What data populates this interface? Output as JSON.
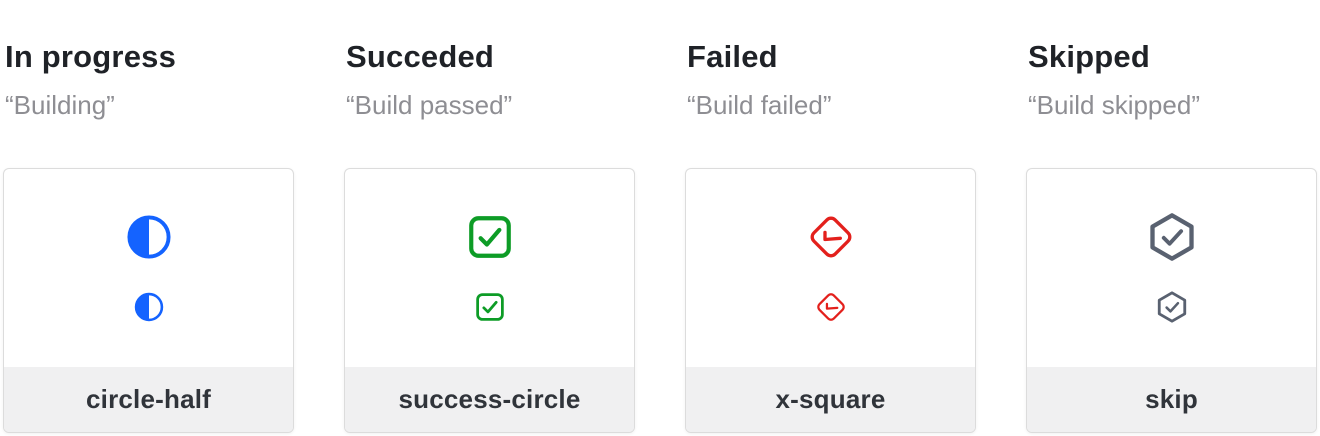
{
  "page": {
    "background": "#ffffff",
    "card_border": "#dcdcdc",
    "footer_background": "#f0f0f1",
    "title_color": "#1f2227",
    "subtitle_color": "#8e8e93",
    "label_color": "#30343a"
  },
  "columns": [
    {
      "title": "In progress",
      "subtitle": "“Building”",
      "icon": "circle-half-icon",
      "color": "#1463ff",
      "label": "circle-half"
    },
    {
      "title": "Succeded",
      "subtitle": "“Build passed”",
      "icon": "check-square-icon",
      "color": "#0d9c26",
      "label": "success-circle"
    },
    {
      "title": "Failed",
      "subtitle": "“Build failed”",
      "icon": "rotated-check-square-icon",
      "color": "#e3201c",
      "label": "x-square"
    },
    {
      "title": "Skipped",
      "subtitle": "“Build skipped”",
      "icon": "check-hexagon-icon",
      "color": "#596170",
      "label": "skip"
    }
  ]
}
